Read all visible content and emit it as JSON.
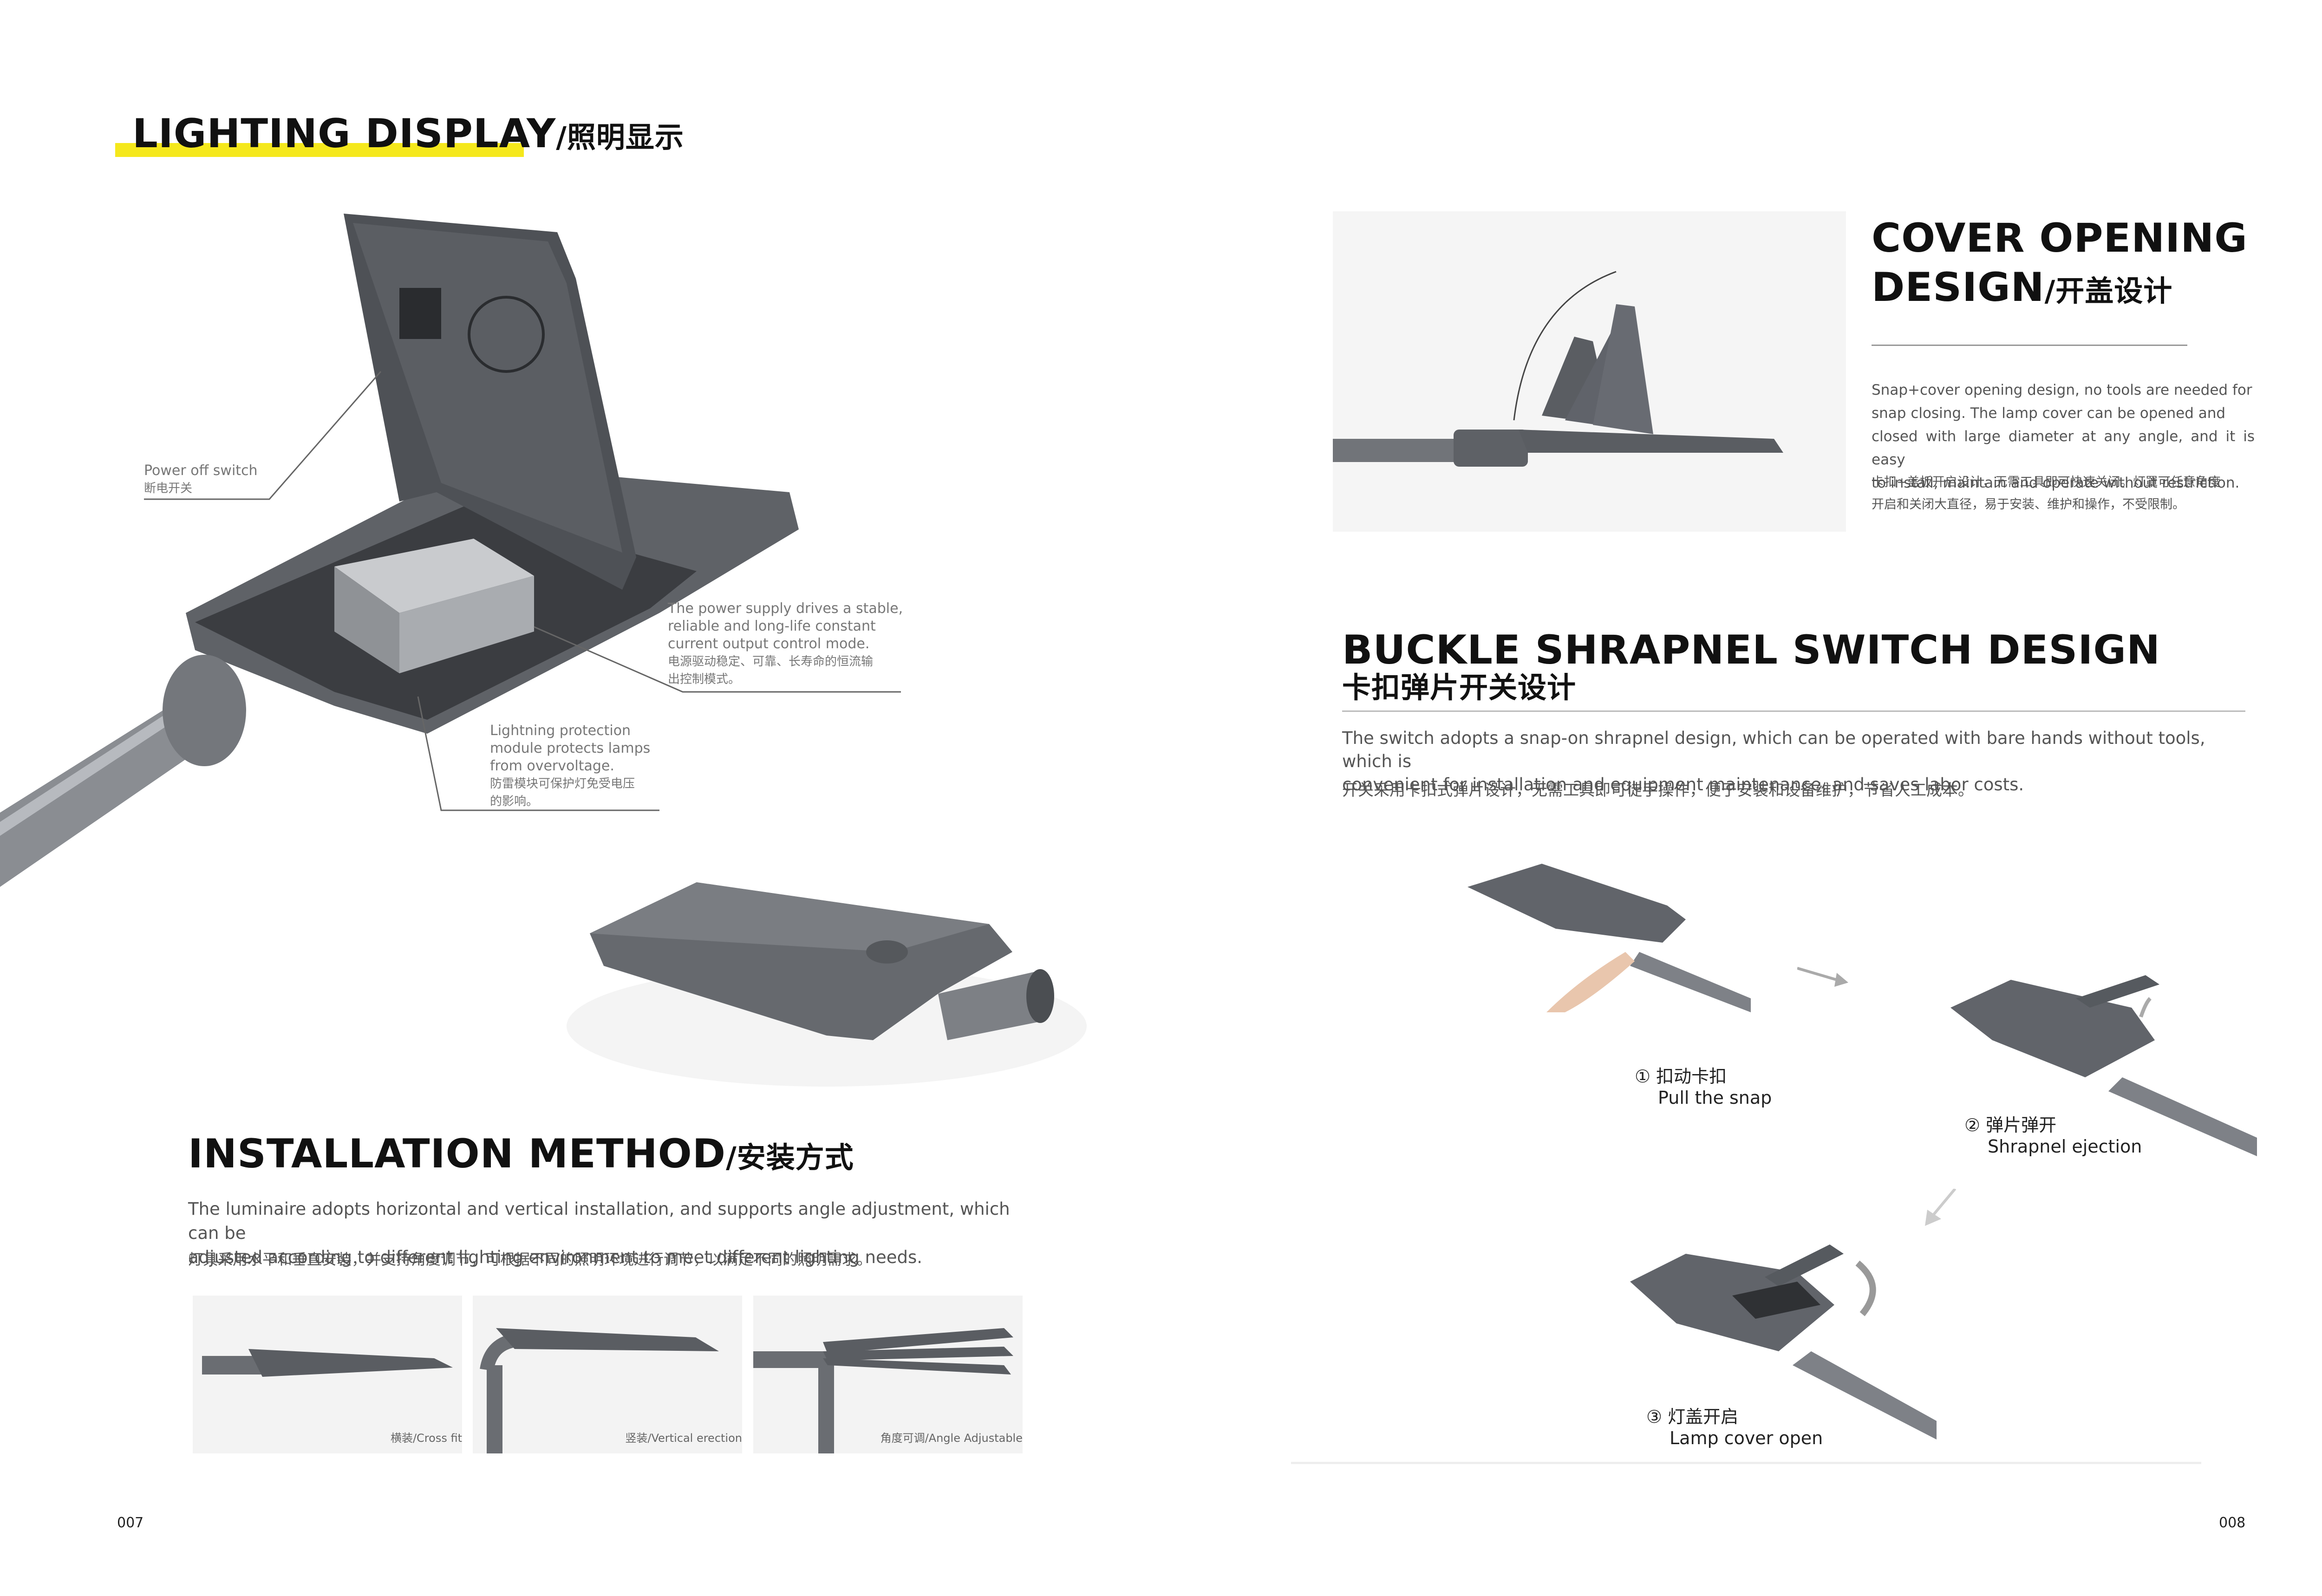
{
  "left_page": {
    "lighting": {
      "title": "LIGHTING DISPLAY",
      "title_cn": "/照明显示",
      "callouts": {
        "power_off_en": "Power off switch",
        "power_off_cn": "断电开关",
        "power_supply_en_1": "The power supply drives a stable,",
        "power_supply_en_2": "reliable and long-life constant",
        "power_supply_en_3": "current output control mode.",
        "power_supply_cn_1": "电源驱动稳定、可靠、长寿命的恒流输",
        "power_supply_cn_2": "出控制模式。",
        "lightning_en_1": "Lightning protection",
        "lightning_en_2": "module protects lamps",
        "lightning_en_3": "from overvoltage.",
        "lightning_cn_1": "防雷模块可保护灯免受电压",
        "lightning_cn_2": "的影响。"
      }
    },
    "installation": {
      "title": "INSTALLATION METHOD",
      "title_cn": "/安装方式",
      "desc_en_1": "The luminaire adopts horizontal and vertical installation, and supports angle adjustment, which can be",
      "desc_en_2": "adjusted according to different lighting environment to meet different lighting needs.",
      "desc_cn": "灯具采用水平和垂直安装，并支持角度调节，可根据不同的照明环境进行调节，以满足不同的照明需求。",
      "thumbs": [
        {
          "label": "横装/Cross fit"
        },
        {
          "label": "竖装/Vertical erection"
        },
        {
          "label": "角度可调/Angle Adjustable"
        }
      ]
    },
    "page_number": "007"
  },
  "right_page": {
    "cover": {
      "title_1": "COVER OPENING",
      "title_2": "DESIGN",
      "title_cn": "/开盖设计",
      "desc_en_1": "Snap+cover opening design, no tools are needed for",
      "desc_en_2": "snap closing. The lamp cover can be opened and",
      "desc_en_3": "closed with large diameter at any angle, and it is easy",
      "desc_en_4": "to install, maintain and operate without restriction.",
      "desc_cn_1": "卡扣+盖板开启设计，无需工具即可快速关闭。灯罩可任意角度",
      "desc_cn_2": "开启和关闭大直径，易于安装、维护和操作，不受限制。"
    },
    "buckle": {
      "title": "BUCKLE SHRAPNEL SWITCH DESIGN",
      "title_cn": "卡扣弹片开关设计",
      "desc_en_1": "The switch adopts a snap-on shrapnel design, which can be operated with bare hands without tools, which is",
      "desc_en_2": "convenient for installation and equipment maintenance, and saves labor costs.",
      "desc_cn": "开关采用卡扣式弹片设计，无需工具即可徒手操作，便于安装和设备维护，节省人工成本。",
      "steps": [
        {
          "num": "①",
          "cn": "扣动卡扣",
          "en": "Pull the snap"
        },
        {
          "num": "②",
          "cn": "弹片弹开",
          "en": "Shrapnel ejection"
        },
        {
          "num": "③",
          "cn": "灯盖开启",
          "en": "Lamp cover open"
        }
      ]
    },
    "page_number": "008"
  },
  "colors": {
    "accent_yellow": "#f5e81c",
    "lamp_gray": "#5a5d62",
    "pole_gray": "#8a8d92",
    "text_dark": "#111111"
  }
}
